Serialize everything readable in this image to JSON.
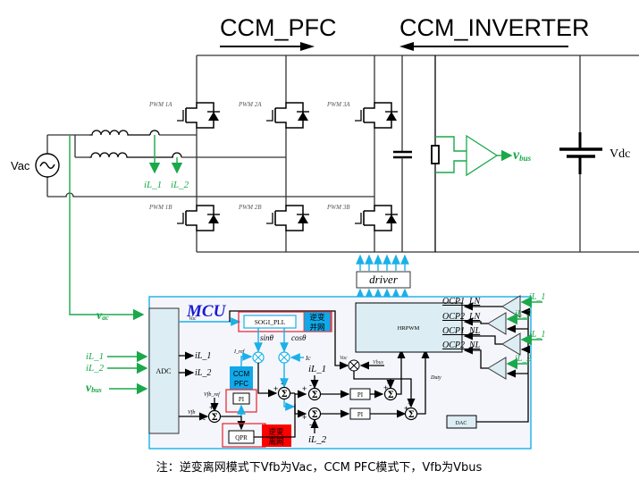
{
  "titles": {
    "pfc": "CCM_PFC",
    "inverter": "CCM_INVERTER"
  },
  "power_stage": {
    "source_label": "Vac",
    "dc_source_label": "Vdc",
    "switches": [
      "PWM 1A",
      "PWM 2A",
      "PWM 3A",
      "PWM 1B",
      "PWM 2B",
      "PWM 3B"
    ],
    "current_sense": [
      "iL_1",
      "iL_2"
    ],
    "bus_sense": {
      "main": "v",
      "sub": "bus"
    },
    "driver_label": "driver"
  },
  "mcu": {
    "title": "MCU",
    "adc_label": "ADC",
    "adc_inputs": [
      {
        "main": "v",
        "sub": "ac"
      },
      {
        "main": "iL_1"
      },
      {
        "main": "iL_2"
      },
      {
        "main": "v",
        "sub": "bus"
      }
    ],
    "adc_outputs": [
      "iL_1",
      "iL_2"
    ],
    "vac_label": "Vac",
    "vfb_label": "Vfb",
    "vfb_ref_label": "Vfb_ref",
    "iref_label": "I_ref",
    "ic_label": "Ic",
    "sin_label": "sinθ",
    "cos_label": "cosθ",
    "pll_label": "SOGI_PLL",
    "grid_tie_badge": [
      "逆变",
      "并网"
    ],
    "pfc_badge": [
      "CCM",
      "PFC"
    ],
    "off_grid_badge": [
      "逆变",
      "离网"
    ],
    "pi_label": "PI",
    "qpr_label": "QPR",
    "hrpwm_label": "HRPWM",
    "dac_label": "DAC",
    "duty_label": "Duty",
    "mult_vac": "Vac",
    "mult_vbus": "Vbus",
    "sum_symbol": "Σ",
    "current_fb": [
      "iL_1",
      "iL_2"
    ],
    "ocp_outputs": [
      "OCP1_LN",
      "OCP2_LN",
      "OCP1_NL",
      "OCP2_NL"
    ],
    "comparator_inputs": [
      "iL_1",
      "iL_2",
      "iL_1",
      "iL_2"
    ]
  },
  "colors": {
    "sense_green": "#1aa84a",
    "signal_blue": "#1ab0e8",
    "mcu_fill": "#f4f6fc",
    "block_fill": "#dcedf3",
    "badge_blue": "#10a8e8",
    "badge_red": "#ff0000",
    "frame_red": "#e8303a",
    "mcu_title": "#1a1ad0"
  },
  "footnote": "注：逆变离网模式下Vfb为Vac，CCM PFC模式下，Vfb为Vbus"
}
